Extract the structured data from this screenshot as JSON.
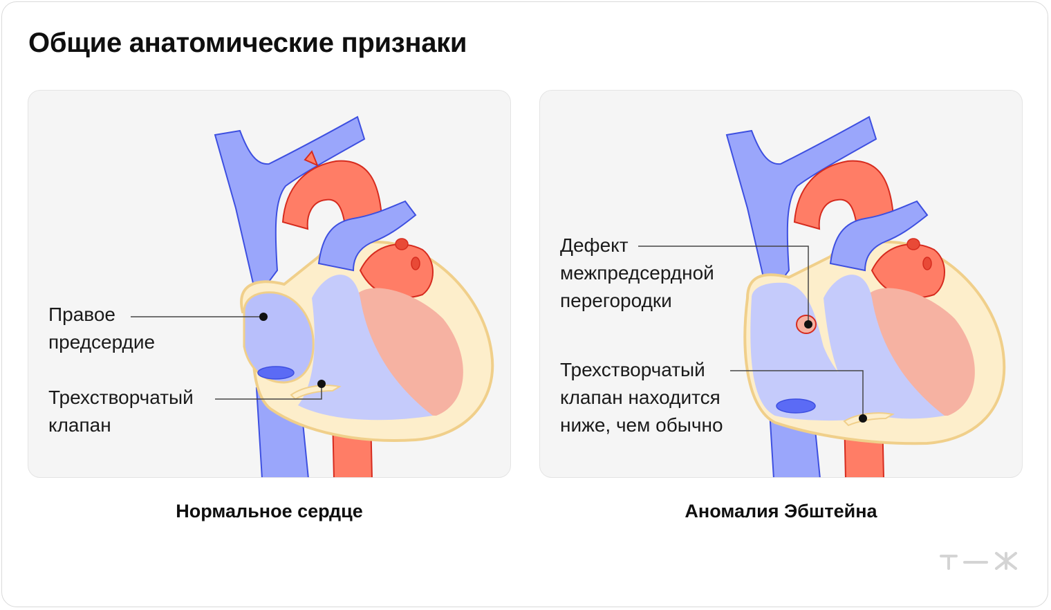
{
  "page": {
    "title": "Общие анатомические признаки"
  },
  "colors": {
    "vein": "#9aa6fb",
    "vein_stroke": "#3d4fe0",
    "artery": "#ff7d66",
    "artery_stroke": "#d62b1e",
    "muscle": "#fdeecb",
    "muscle_stroke": "#f0cf8a",
    "right_chamber": "#c5cbfb",
    "left_chamber": "#f6b2a2",
    "panel_bg": "#f5f5f5"
  },
  "panels": [
    {
      "caption": "Нормальное сердце",
      "labels": [
        {
          "text": "Правое\nпредсердие"
        },
        {
          "text": "Трехстворчатый\nклапан"
        }
      ]
    },
    {
      "caption": "Аномалия Эбштейна",
      "labels": [
        {
          "text": "Дефект\nмежпредсердной\nперегородки"
        },
        {
          "text": "Трехстворчатый\nклапан находится\nниже, чем обычно"
        }
      ]
    }
  ],
  "brand": {
    "logo_name": "t-zh-logo"
  }
}
